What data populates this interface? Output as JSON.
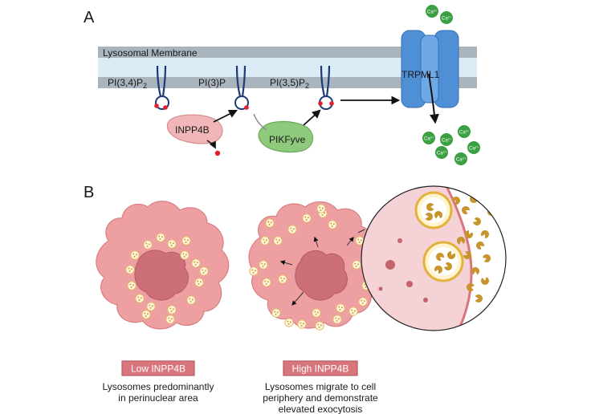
{
  "panel_a": {
    "letter": "A",
    "membrane_label": "Lysosomal Membrane",
    "lipid_1": "PI(3,4)P",
    "lipid_1_sub": "2",
    "lipid_2": "PI(3)P",
    "lipid_3": "PI(3,5)P",
    "lipid_3_sub": "2",
    "enzyme_1": "INPP4B",
    "enzyme_2": "PIKFyve",
    "channel": "TRPML1",
    "ion": "Ca",
    "ion_charge": "2+"
  },
  "panel_b": {
    "letter": "B",
    "low_badge": "Low INPP4B",
    "low_caption": [
      "Lysosomes predominantly",
      "in perinuclear area"
    ],
    "high_badge": "High INPP4B",
    "high_caption": [
      "Lysosomes migrate to cell",
      "periphery and demonstrate",
      "elevated exocytosis"
    ]
  },
  "colors": {
    "membrane_gray": "#a9b4bd",
    "membrane_inner": "#dcecf7",
    "channel_blue": "#4f8fd6",
    "calcium_green": "#3aa042",
    "cell_pink": "#ee9fa2",
    "nucleus": "#cc6f78",
    "badge_fill": "#d9767c",
    "lysosome_cargo": "#c8952c",
    "phosphate_red": "#e0202a"
  }
}
